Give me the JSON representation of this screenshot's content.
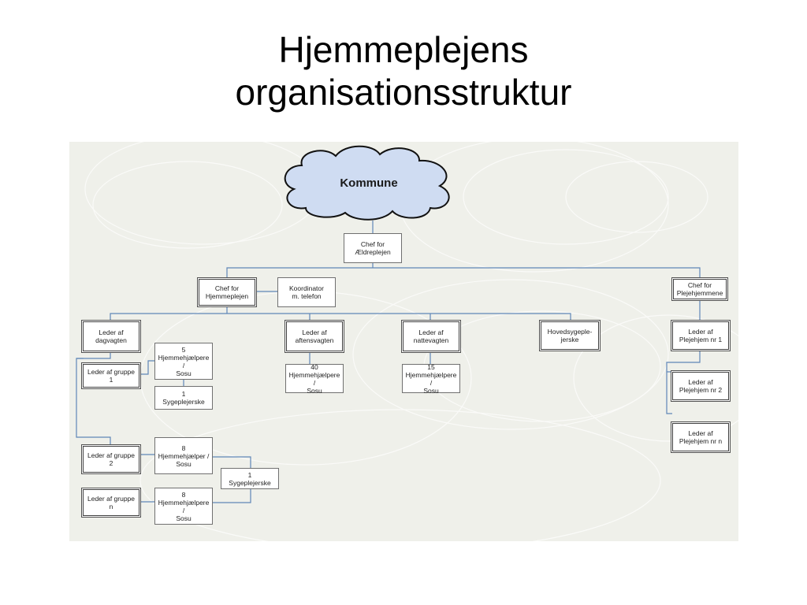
{
  "title": {
    "line1": "Hjemmeplejens",
    "line2": "organisationsstruktur"
  },
  "colors": {
    "panel_background": "#eff0ea",
    "connector": "#5f86b7",
    "cloud_fill": "#cfdcf2",
    "cloud_stroke": "#111111"
  },
  "diagram": {
    "root": "Kommune",
    "nodes": {
      "chef_aeldreplejen": "Chef for\nÆldreplejen",
      "chef_hjemmeplejen": "Chef for\nHjemmeplejen",
      "koordinator": "Koordinator\nm. telefon",
      "chef_plejehjemmene": "Chef for\nPlejehjemmene",
      "leder_dagvagten": "Leder af\ndagvagten",
      "leder_aftensvagten": "Leder af\naftensvagten",
      "leder_nattevagten": "Leder af\nnattevagten",
      "hovedsygeplejerske": "Hovedsygeple-\njerske",
      "leder_plejehjem_1": "Leder af\nPlejehjem nr 1",
      "leder_plejehjem_2": "Leder af\nPlejehjem nr 2",
      "leder_plejehjem_n": "Leder af\nPlejehjem nr n",
      "leder_gruppe_1": "Leder af gruppe 1",
      "leder_gruppe_2": "Leder af gruppe 2",
      "leder_gruppe_n": "Leder af gruppe n",
      "gruppe1_hjemmehjaelpere": "5\nHjemmehjælpere /\nSosu",
      "gruppe1_sygeplejerske": "1\nSygeplejerske",
      "aften_hjemmehjaelpere": "40\nHjemmehjælpere /\nSosu",
      "nat_hjemmehjaelpere": "15\nHjemmehjælpere /\nSosu",
      "gruppe2_hjemmehjaelper": "8\nHjemmehjælper /\nSosu",
      "gruppe2n_sygeplejerske": "1\nSygeplejerske",
      "gruppen_hjemmehjaelpere": "8\nHjemmehjælpere /\nSosu"
    }
  }
}
